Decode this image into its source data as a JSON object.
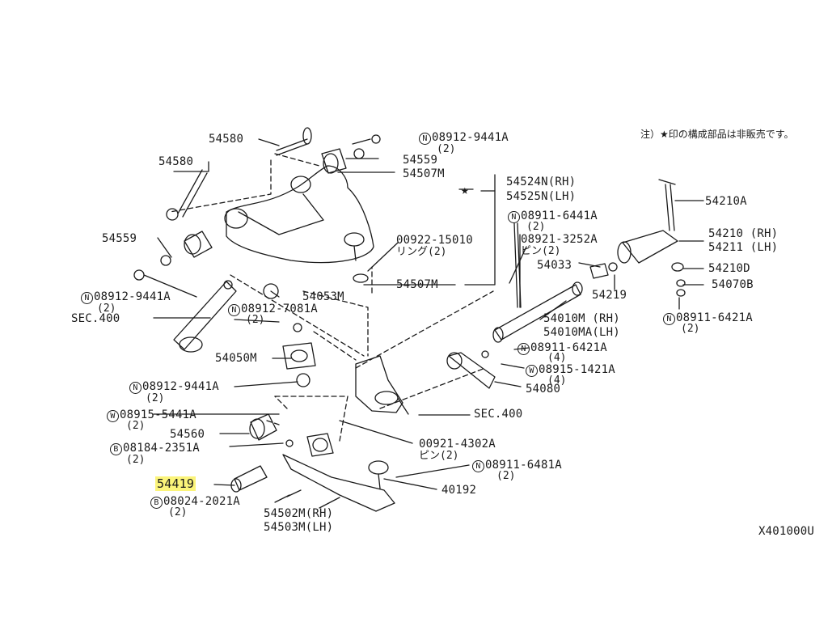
{
  "diagram_code": "X401000U",
  "note": "注）★印の構成部品は非販売です。",
  "callouts": [
    {
      "text": "54580"
    },
    {
      "prefix": "N",
      "text": "08912-9441A",
      "qty": "(2)"
    },
    {
      "text": "54559"
    },
    {
      "text": "54507M"
    },
    {
      "text": "54580"
    },
    {
      "text": "54524N(RH)"
    },
    {
      "text": "54525N(LH)"
    },
    {
      "prefix": "N",
      "text": "08911-6441A",
      "qty": "(2)"
    },
    {
      "text": "54559"
    },
    {
      "text": "00922-15010"
    },
    {
      "text": "リング(2)"
    },
    {
      "text": "08921-3252A"
    },
    {
      "text": "ピン(2)"
    },
    {
      "text": "54033"
    },
    {
      "text": "54219"
    },
    {
      "text": "54210A"
    },
    {
      "text": "54210 (RH)"
    },
    {
      "text": "54211 (LH)"
    },
    {
      "text": "54210D"
    },
    {
      "text": "54070B"
    },
    {
      "prefix": "N",
      "text": "08912-9441A",
      "qty": "(2)"
    },
    {
      "text": "54053M"
    },
    {
      "text": "54507M"
    },
    {
      "text": "SEC.400"
    },
    {
      "prefix": "N",
      "text": "08912-7081A",
      "qty": "(2)"
    },
    {
      "text": "54010M (RH)"
    },
    {
      "text": "54010MA(LH)"
    },
    {
      "prefix": "N",
      "text": "08911-6421A",
      "qty": "(2)"
    },
    {
      "prefix": "N",
      "text": "08911-6421A",
      "qty": "(4)"
    },
    {
      "prefix": "W",
      "text": "08915-1421A",
      "qty": "(4)"
    },
    {
      "text": "54050M"
    },
    {
      "prefix": "N",
      "text": "08912-9441A",
      "qty": "(2)"
    },
    {
      "text": "54080"
    },
    {
      "prefix": "W",
      "text": "08915-5441A",
      "qty": "(2)"
    },
    {
      "text": "SEC.400"
    },
    {
      "text": "54560"
    },
    {
      "prefix": "B",
      "text": "08184-2351A",
      "qty": "(2)"
    },
    {
      "text": "00921-4302A"
    },
    {
      "text": "ピン(2)"
    },
    {
      "prefix": "N",
      "text": "08911-6481A",
      "qty": "(2)"
    },
    {
      "text": "54419",
      "highlight": true
    },
    {
      "text": "40192"
    },
    {
      "prefix": "B",
      "text": "08024-2021A",
      "qty": "(2)"
    },
    {
      "text": "54502M(RH)"
    },
    {
      "text": "54503M(LH)"
    }
  ],
  "colors": {
    "ink": "#1a1a1a",
    "highlight": "#fbf47a",
    "background": "#ffffff"
  }
}
